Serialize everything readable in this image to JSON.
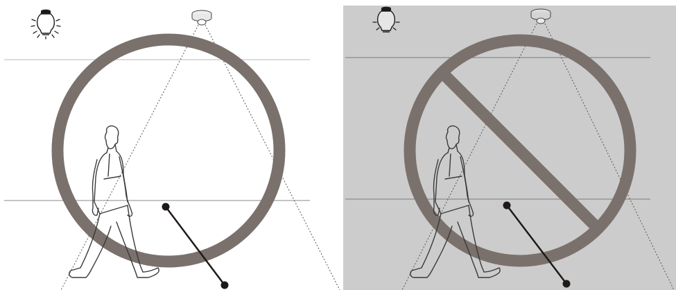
{
  "panels": [
    {
      "id": "correct",
      "verdict": "allowed",
      "background": "#ffffff",
      "lighting": "light-on",
      "icons": [
        "lightbulb-on-icon",
        "ceiling-sensor-icon",
        "walking-person-icon",
        "check-circle-icon"
      ]
    },
    {
      "id": "incorrect",
      "verdict": "prohibited",
      "background": "#cccccc",
      "lighting": "light-off",
      "icons": [
        "lightbulb-off-icon",
        "ceiling-sensor-icon",
        "walking-person-icon",
        "prohibited-icon"
      ]
    }
  ],
  "colors": {
    "symbol": "#7a716c",
    "line_art": "#3a3a3a",
    "floor_line": "#9a9a9a",
    "ceiling_line": "#d8d8d8",
    "dashed": "#555555",
    "pointer": "#1f1a17"
  }
}
